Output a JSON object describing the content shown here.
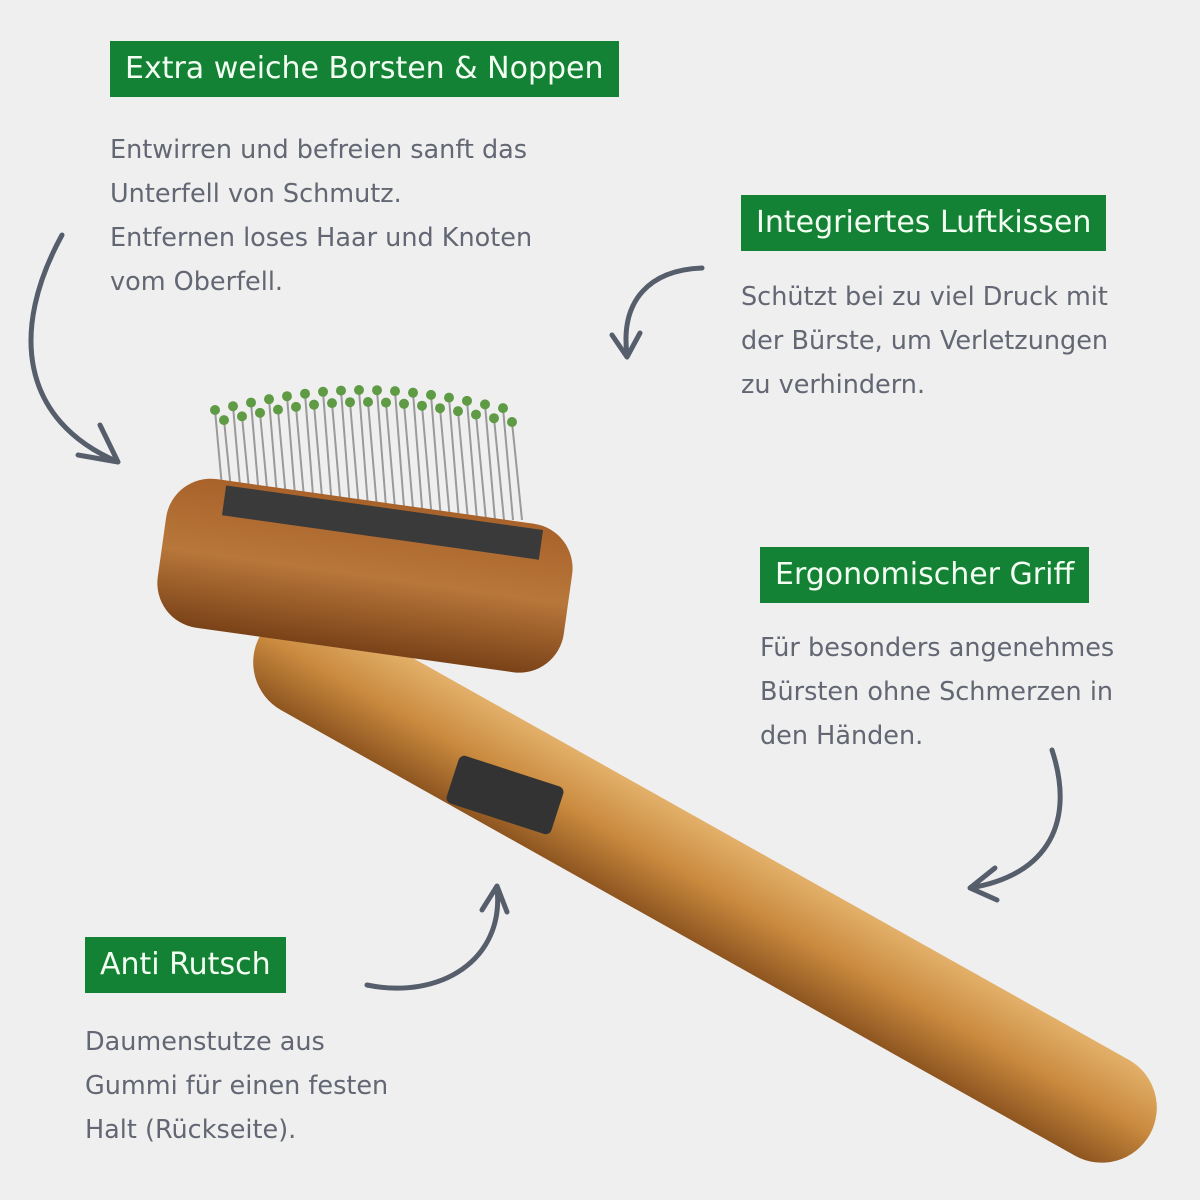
{
  "features": [
    {
      "title": "Extra weiche Borsten & Noppen",
      "lines": [
        "Entwirren und befreien sanft das",
        "Unterfell von Schmutz.",
        "Entfernen loses Haar und Knoten",
        "vom Oberfell."
      ]
    },
    {
      "title": "Integriertes Luftkissen",
      "lines": [
        "Schützt bei zu viel Druck mit",
        "der Bürste, um Verletzungen",
        "zu verhindern."
      ]
    },
    {
      "title": "Ergonomischer Griff",
      "lines": [
        "Für besonders angenehmes",
        "Bürsten ohne Schmerzen in",
        "den Händen."
      ]
    },
    {
      "title": "Anti Rutsch",
      "lines": [
        "Daumenstutze aus",
        "Gummi für einen festen",
        "Halt (Rückseite)."
      ]
    }
  ],
  "colors": {
    "tag_bg": "#148234",
    "text": "#626773",
    "arrow": "#565e6c",
    "background": "#efefef"
  }
}
